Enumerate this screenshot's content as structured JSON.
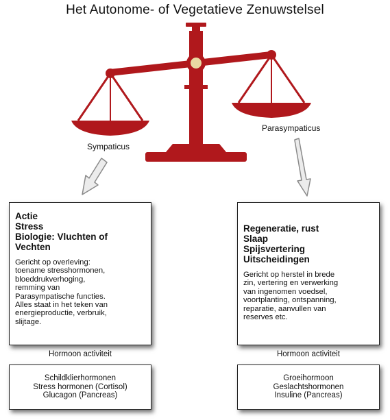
{
  "title": "Het Autonome- of Vegetatieve Zenuwstelsel",
  "colors": {
    "scale": "#b0181c",
    "pivot": "#e9d9a2",
    "arrow_fill": "#ececec",
    "arrow_stroke": "#8a8a8a"
  },
  "labels": {
    "left": "Sympaticus",
    "right": "Parasympaticus"
  },
  "left_box": {
    "heading": [
      "Actie",
      "Stress",
      "Biologie: Vluchten of",
      "Vechten"
    ],
    "body": [
      "Gericht op overleving:",
      "toename stresshormonen,",
      "bloeddrukverhoging,",
      "remming van",
      "Parasympatische functies.",
      "Alles staat in het teken van",
      "energieproductie, verbruik,",
      "slijtage."
    ]
  },
  "right_box": {
    "heading": [
      "Regeneratie, rust",
      "Slaap",
      "Spijsvertering",
      "Uitscheidingen"
    ],
    "body": [
      "Gericht op herstel in brede",
      "zin, vertering en verwerking",
      "van ingenomen voedsel,",
      "voortplanting, ontspanning,",
      "reparatie, aanvullen van",
      "reserves etc."
    ]
  },
  "hormone_label": "Hormoon activiteit",
  "left_hormones": [
    "Schildklierhormonen",
    "Stress hormonen (Cortisol)",
    "Glucagon (Pancreas)"
  ],
  "right_hormones": [
    "Groeihormoon",
    "Geslachtshormonen",
    "Insuline (Pancreas)"
  ]
}
